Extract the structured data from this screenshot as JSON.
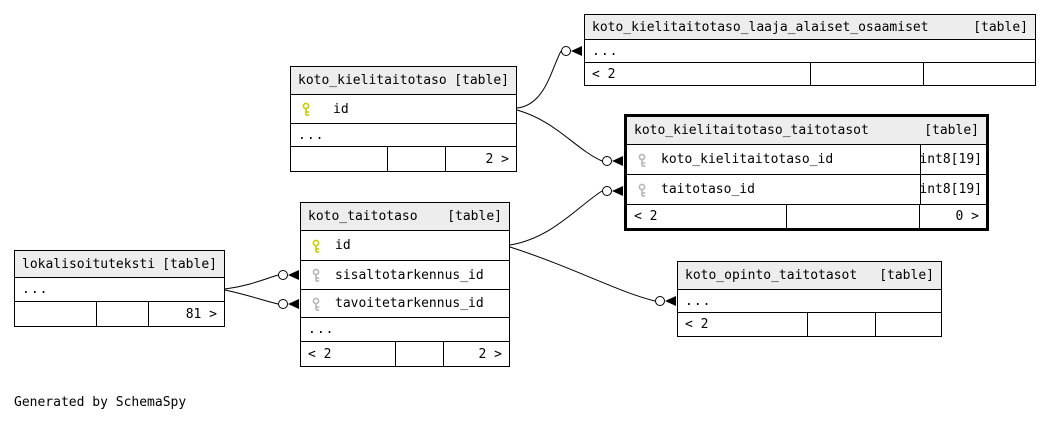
{
  "page": {
    "generator_note": "Generated by SchemaSpy"
  },
  "colors": {
    "background": "#ffffff",
    "border": "#000000",
    "header_bg": "#ededed",
    "pk_key": "#cccc00",
    "fk_key": "#b5b5b5"
  },
  "icons": {
    "primary_key": "key-icon",
    "foreign_key": "key-icon"
  },
  "tables": [
    {
      "name": "koto_kielitaitotaso_laaja_alaiset_osaamiset",
      "tag": "[table]",
      "ellipsis": "...",
      "footer": {
        "left": "< 2",
        "middle": "",
        "right": ""
      }
    },
    {
      "name": "koto_kielitaitotaso",
      "tag": "[table]",
      "columns": [
        {
          "key": "primary",
          "name": "id",
          "type": ""
        }
      ],
      "ellipsis": "...",
      "footer": {
        "left": "",
        "middle": "",
        "right": "2 >"
      }
    },
    {
      "name": "koto_kielitaitotaso_taitotasot",
      "tag": "[table]",
      "columns": [
        {
          "key": "foreign",
          "name": "koto_kielitaitotaso_id",
          "type": "int8[19]"
        },
        {
          "key": "foreign",
          "name": "taitotaso_id",
          "type": "int8[19]"
        }
      ],
      "footer": {
        "left": "< 2",
        "middle": "",
        "right": "0 >"
      }
    },
    {
      "name": "koto_taitotaso",
      "tag": "[table]",
      "columns": [
        {
          "key": "primary",
          "name": "id",
          "type": ""
        },
        {
          "key": "foreign",
          "name": "sisaltotarkennus_id",
          "type": ""
        },
        {
          "key": "foreign",
          "name": "tavoitetarkennus_id",
          "type": ""
        }
      ],
      "ellipsis": "...",
      "footer": {
        "left": "< 2",
        "middle": "",
        "right": "2 >"
      }
    },
    {
      "name": "lokalisoituteksti",
      "tag": "[table]",
      "ellipsis": "...",
      "footer": {
        "left": "",
        "middle": "",
        "right": "81 >"
      }
    },
    {
      "name": "koto_opinto_taitotasot",
      "tag": "[table]",
      "ellipsis": "...",
      "footer": {
        "left": "< 2",
        "middle": "",
        "right": ""
      }
    }
  ],
  "relationships": [
    {
      "from": "koto_kielitaitotaso.id",
      "to": "koto_kielitaitotaso_laaja_alaiset_osaamiset"
    },
    {
      "from": "koto_kielitaitotaso.id",
      "to": "koto_kielitaitotaso_taitotasot.koto_kielitaitotaso_id"
    },
    {
      "from": "koto_taitotaso.id",
      "to": "koto_kielitaitotaso_taitotasot.taitotaso_id"
    },
    {
      "from": "koto_taitotaso.id",
      "to": "koto_opinto_taitotasot"
    },
    {
      "from": "lokalisoituteksti",
      "to": "koto_taitotaso.sisaltotarkennus_id"
    },
    {
      "from": "lokalisoituteksti",
      "to": "koto_taitotaso.tavoitetarkennus_id"
    }
  ]
}
